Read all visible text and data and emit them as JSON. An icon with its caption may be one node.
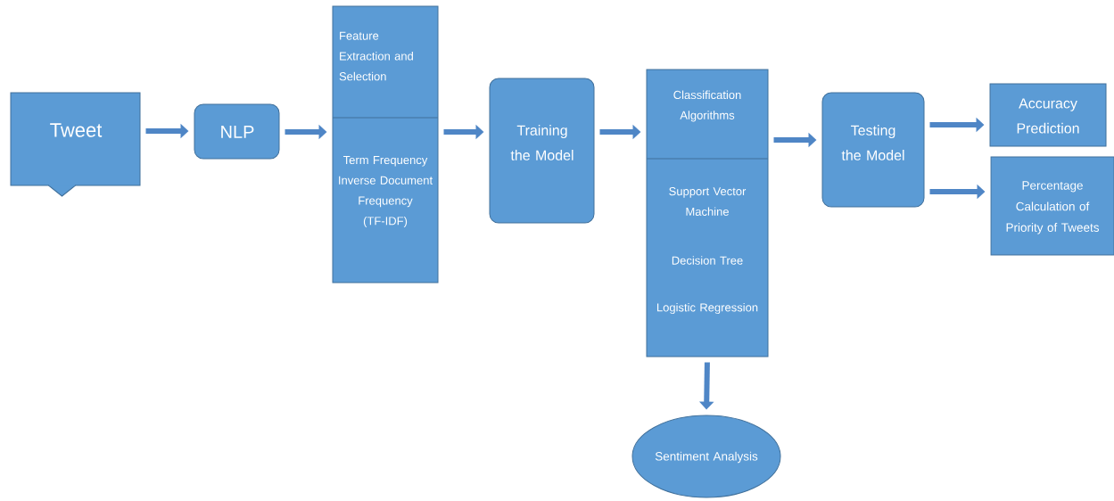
{
  "diagram": {
    "nodes": [
      {
        "text": [
          "Tweet"
        ]
      },
      {
        "text": [
          "NLP"
        ]
      },
      {
        "text": [
          "Feature Extraction and Selection",
          "Term Frequency Inverse Document Frequency (TF-IDF)"
        ]
      },
      {
        "text": [
          "Training the Model"
        ]
      },
      {
        "text": [
          "Classification Algorithms",
          "Support Vector Machine",
          "Decision Tree",
          "Logistic Regression"
        ]
      },
      {
        "text": [
          "Testing the Model"
        ]
      },
      {
        "text": [
          "Accuracy Prediction"
        ]
      },
      {
        "text": [
          "Percentage Calculation of Priority of Tweets"
        ]
      },
      {
        "text": [
          "Sentiment Analysis"
        ]
      }
    ],
    "edges": [
      {
        "from": 0,
        "to": 1,
        "arrow": "to"
      },
      {
        "from": 1,
        "to": 2,
        "arrow": "to"
      },
      {
        "from": 2,
        "to": 3,
        "arrow": "to"
      },
      {
        "from": 3,
        "to": 4,
        "arrow": "to"
      },
      {
        "from": 4,
        "to": 5,
        "arrow": "to"
      },
      {
        "from": 5,
        "to": 6,
        "arrow": "to"
      },
      {
        "from": 5,
        "to": 7,
        "arrow": "to"
      },
      {
        "from": 4,
        "to": 8,
        "arrow": "to"
      }
    ]
  }
}
